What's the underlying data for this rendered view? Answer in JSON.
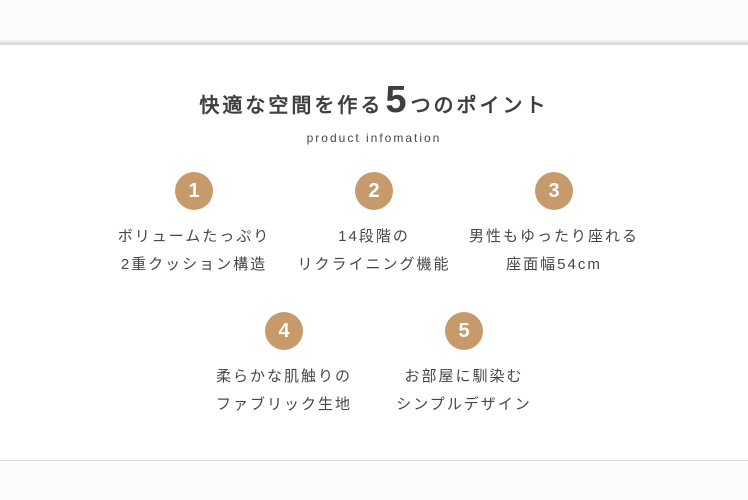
{
  "theme": {
    "accent_color": "#c79a6b",
    "text_color": "#474747",
    "title_color": "#3f3f3f",
    "band_color": "#fcfcfc",
    "page_bg": "#ffffff"
  },
  "header": {
    "title_prefix": "快適な空間を作る",
    "title_number": "5",
    "title_suffix": "つのポイント",
    "subtitle": "product infomation"
  },
  "points": [
    {
      "number": "1",
      "line1": "ボリュームたっぷり",
      "line2": "2重クッション構造"
    },
    {
      "number": "2",
      "line1": "14段階の",
      "line2": "リクライニング機能"
    },
    {
      "number": "3",
      "line1": "男性もゆったり座れる",
      "line2": "座面幅54cm"
    },
    {
      "number": "4",
      "line1": "柔らかな肌触りの",
      "line2": "ファブリック生地"
    },
    {
      "number": "5",
      "line1": "お部屋に馴染む",
      "line2": "シンプルデザイン"
    }
  ]
}
